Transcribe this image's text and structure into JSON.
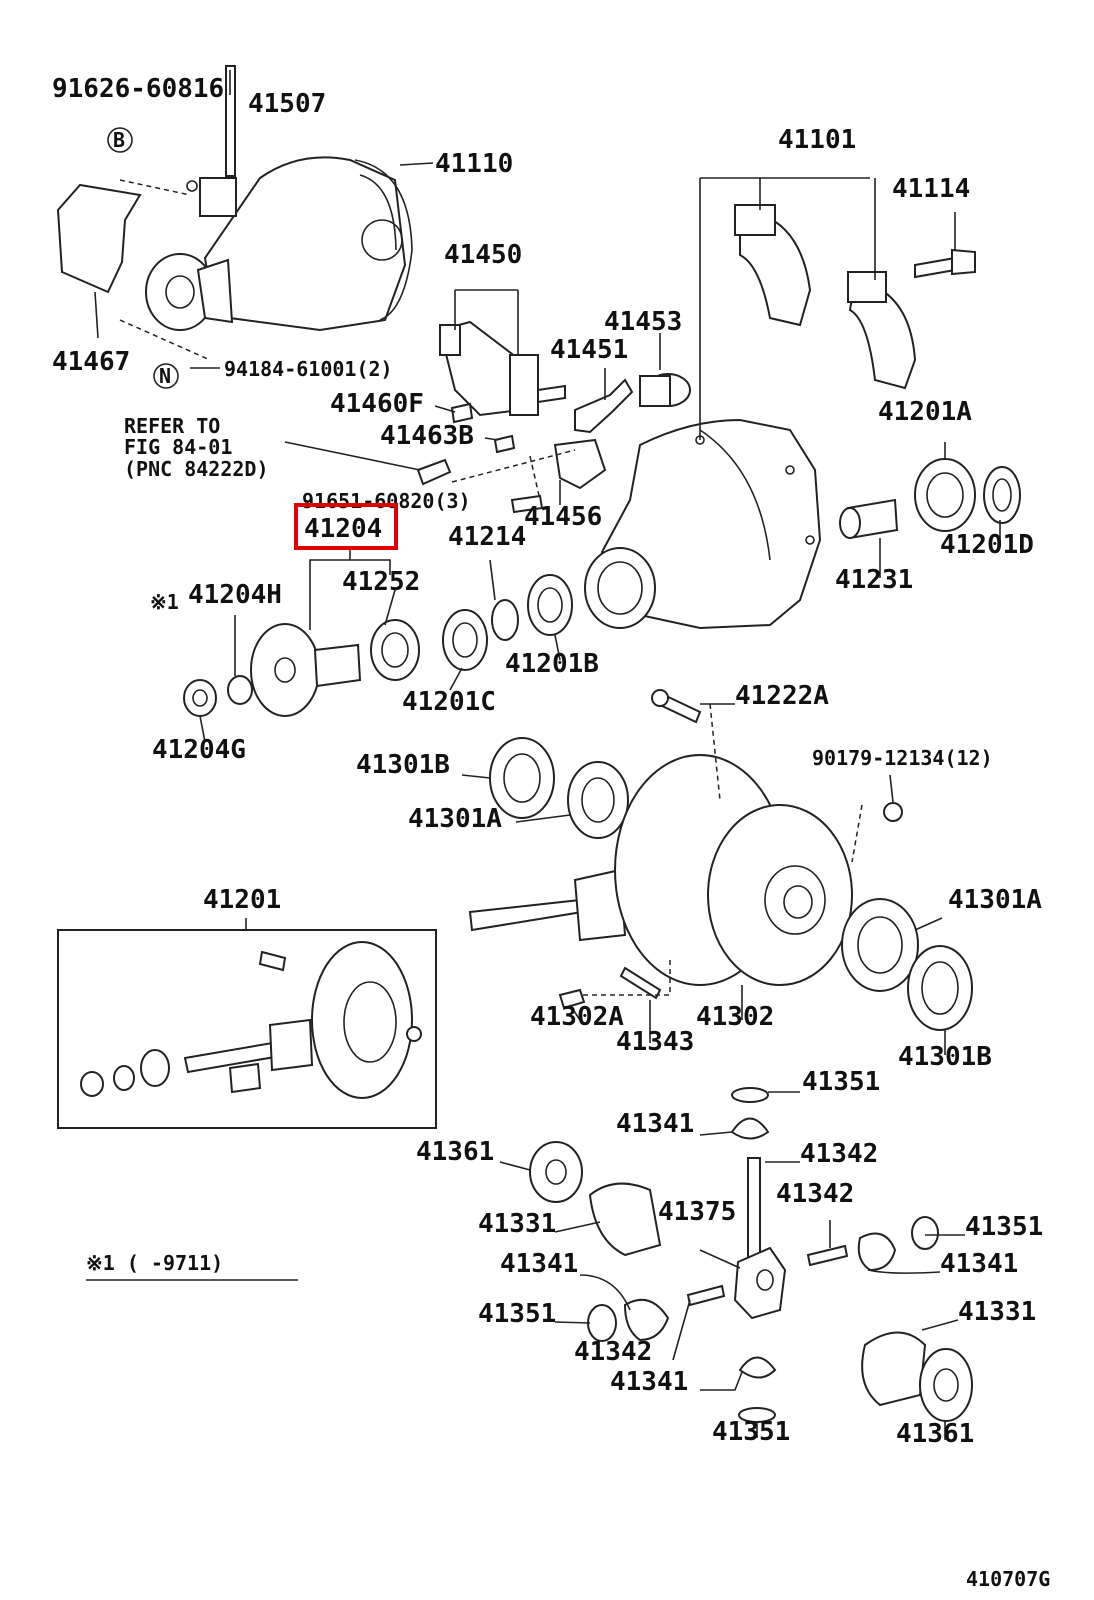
{
  "labels": {
    "p91626_60816": "91626-60816",
    "p41507": "41507",
    "circle_b": "B",
    "p41110": "41110",
    "p41101": "41101",
    "p41114": "41114",
    "p41450": "41450",
    "p41453": "41453",
    "p41451": "41451",
    "p41467": "41467",
    "circle_n": "N",
    "p94184_61001": "94184-61001(2)",
    "p41460f": "41460F",
    "p41463b": "41463B",
    "refer_line1": "REFER TO",
    "refer_line2": "FIG 84-01",
    "refer_line3": "(PNC 84222D)",
    "p91651_60820": "91651-60820(3)",
    "p41456": "41456",
    "p41204": "41204",
    "p41214": "41214",
    "p41201a": "41201A",
    "p41201d": "41201D",
    "p41231": "41231",
    "p41252": "41252",
    "note_mark": "※1",
    "p41204h": "41204H",
    "p41201b": "41201B",
    "p41201c": "41201C",
    "p41204g": "41204G",
    "p41222a": "41222A",
    "p90179_12134": "90179-12134(12)",
    "p41301b_top": "41301B",
    "p41301a_left": "41301A",
    "p41201": "41201",
    "p41301a_right": "41301A",
    "p41302a": "41302A",
    "p41343": "41343",
    "p41302": "41302",
    "p41301b_right": "41301B",
    "p41351_top": "41351",
    "p41341_top": "41341",
    "p41342_top": "41342",
    "p41361_left": "41361",
    "p41342_mid": "41342",
    "p41331_left": "41331",
    "p41375": "41375",
    "p41351_right": "41351",
    "p41341_left": "41341",
    "p41341_right": "41341",
    "p41351_left": "41351",
    "p41331_right": "41331",
    "p41342_bottom": "41342",
    "p41341_bottom": "41341",
    "p41351_bottom": "41351",
    "p41361_right": "41361"
  },
  "footnote": "※1 (      -9711)",
  "figure_code": "410707G",
  "highlight": {
    "part": "41204",
    "color": "#e00000"
  }
}
